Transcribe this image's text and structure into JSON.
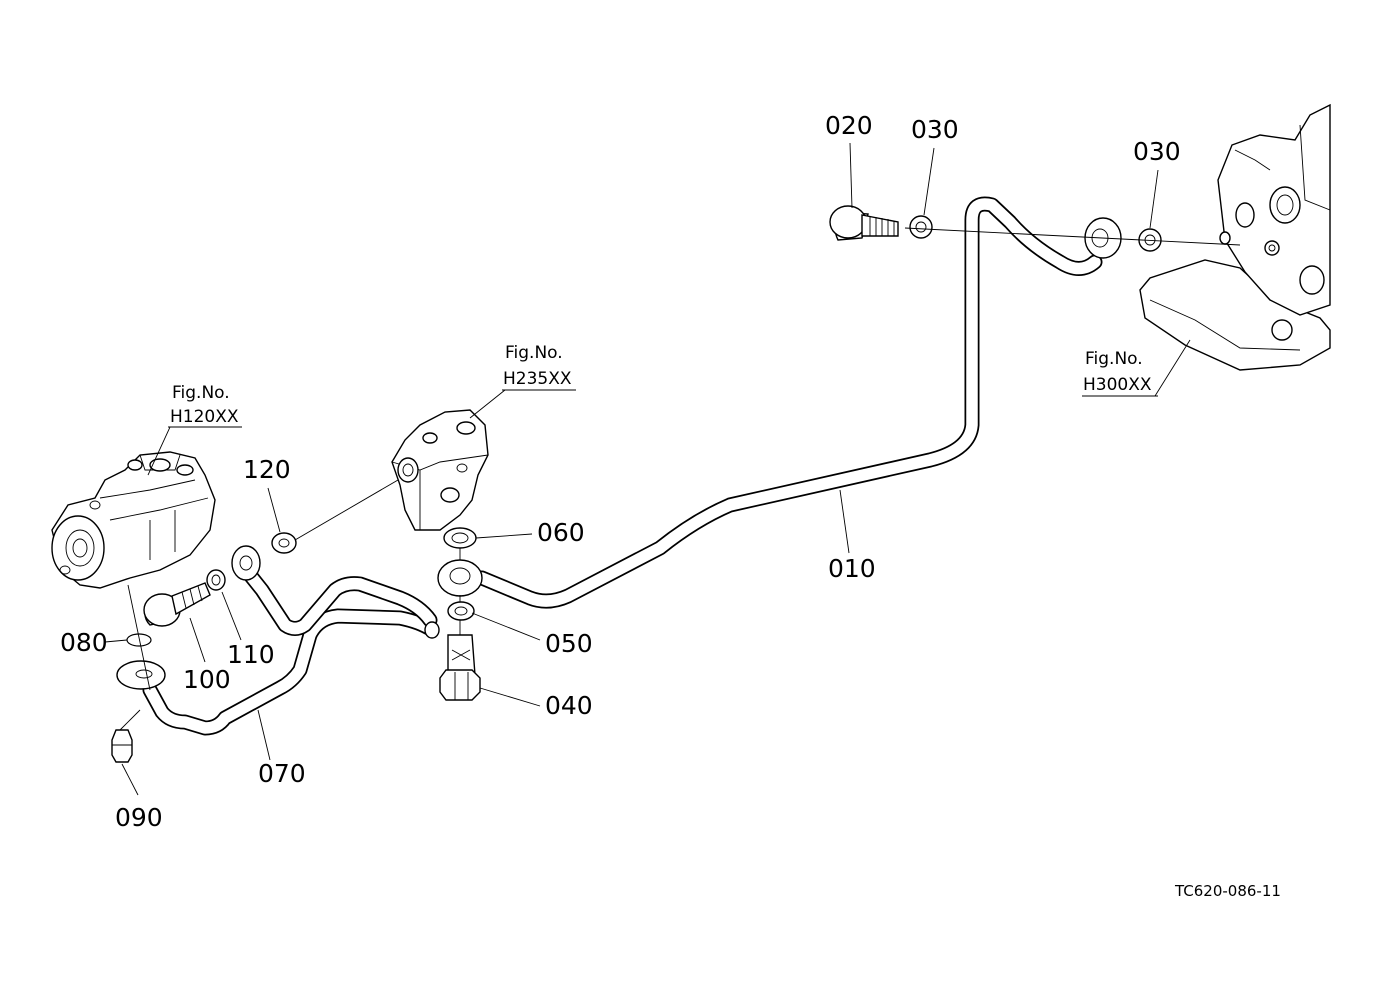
{
  "part_labels": {
    "p010": "010",
    "p020": "020",
    "p030a": "030",
    "p030b": "030",
    "p040": "040",
    "p050": "050",
    "p060": "060",
    "p070": "070",
    "p080": "080",
    "p090": "090",
    "p100": "100",
    "p110": "110",
    "p120": "120"
  },
  "figure_refs": {
    "h120": {
      "fig_no": "Fig.No.",
      "code": "H120XX"
    },
    "h235": {
      "fig_no": "Fig.No.",
      "code": "H235XX"
    },
    "h300": {
      "fig_no": "Fig.No.",
      "code": "H300XX"
    }
  },
  "drawing_code": "TC620-086-11"
}
